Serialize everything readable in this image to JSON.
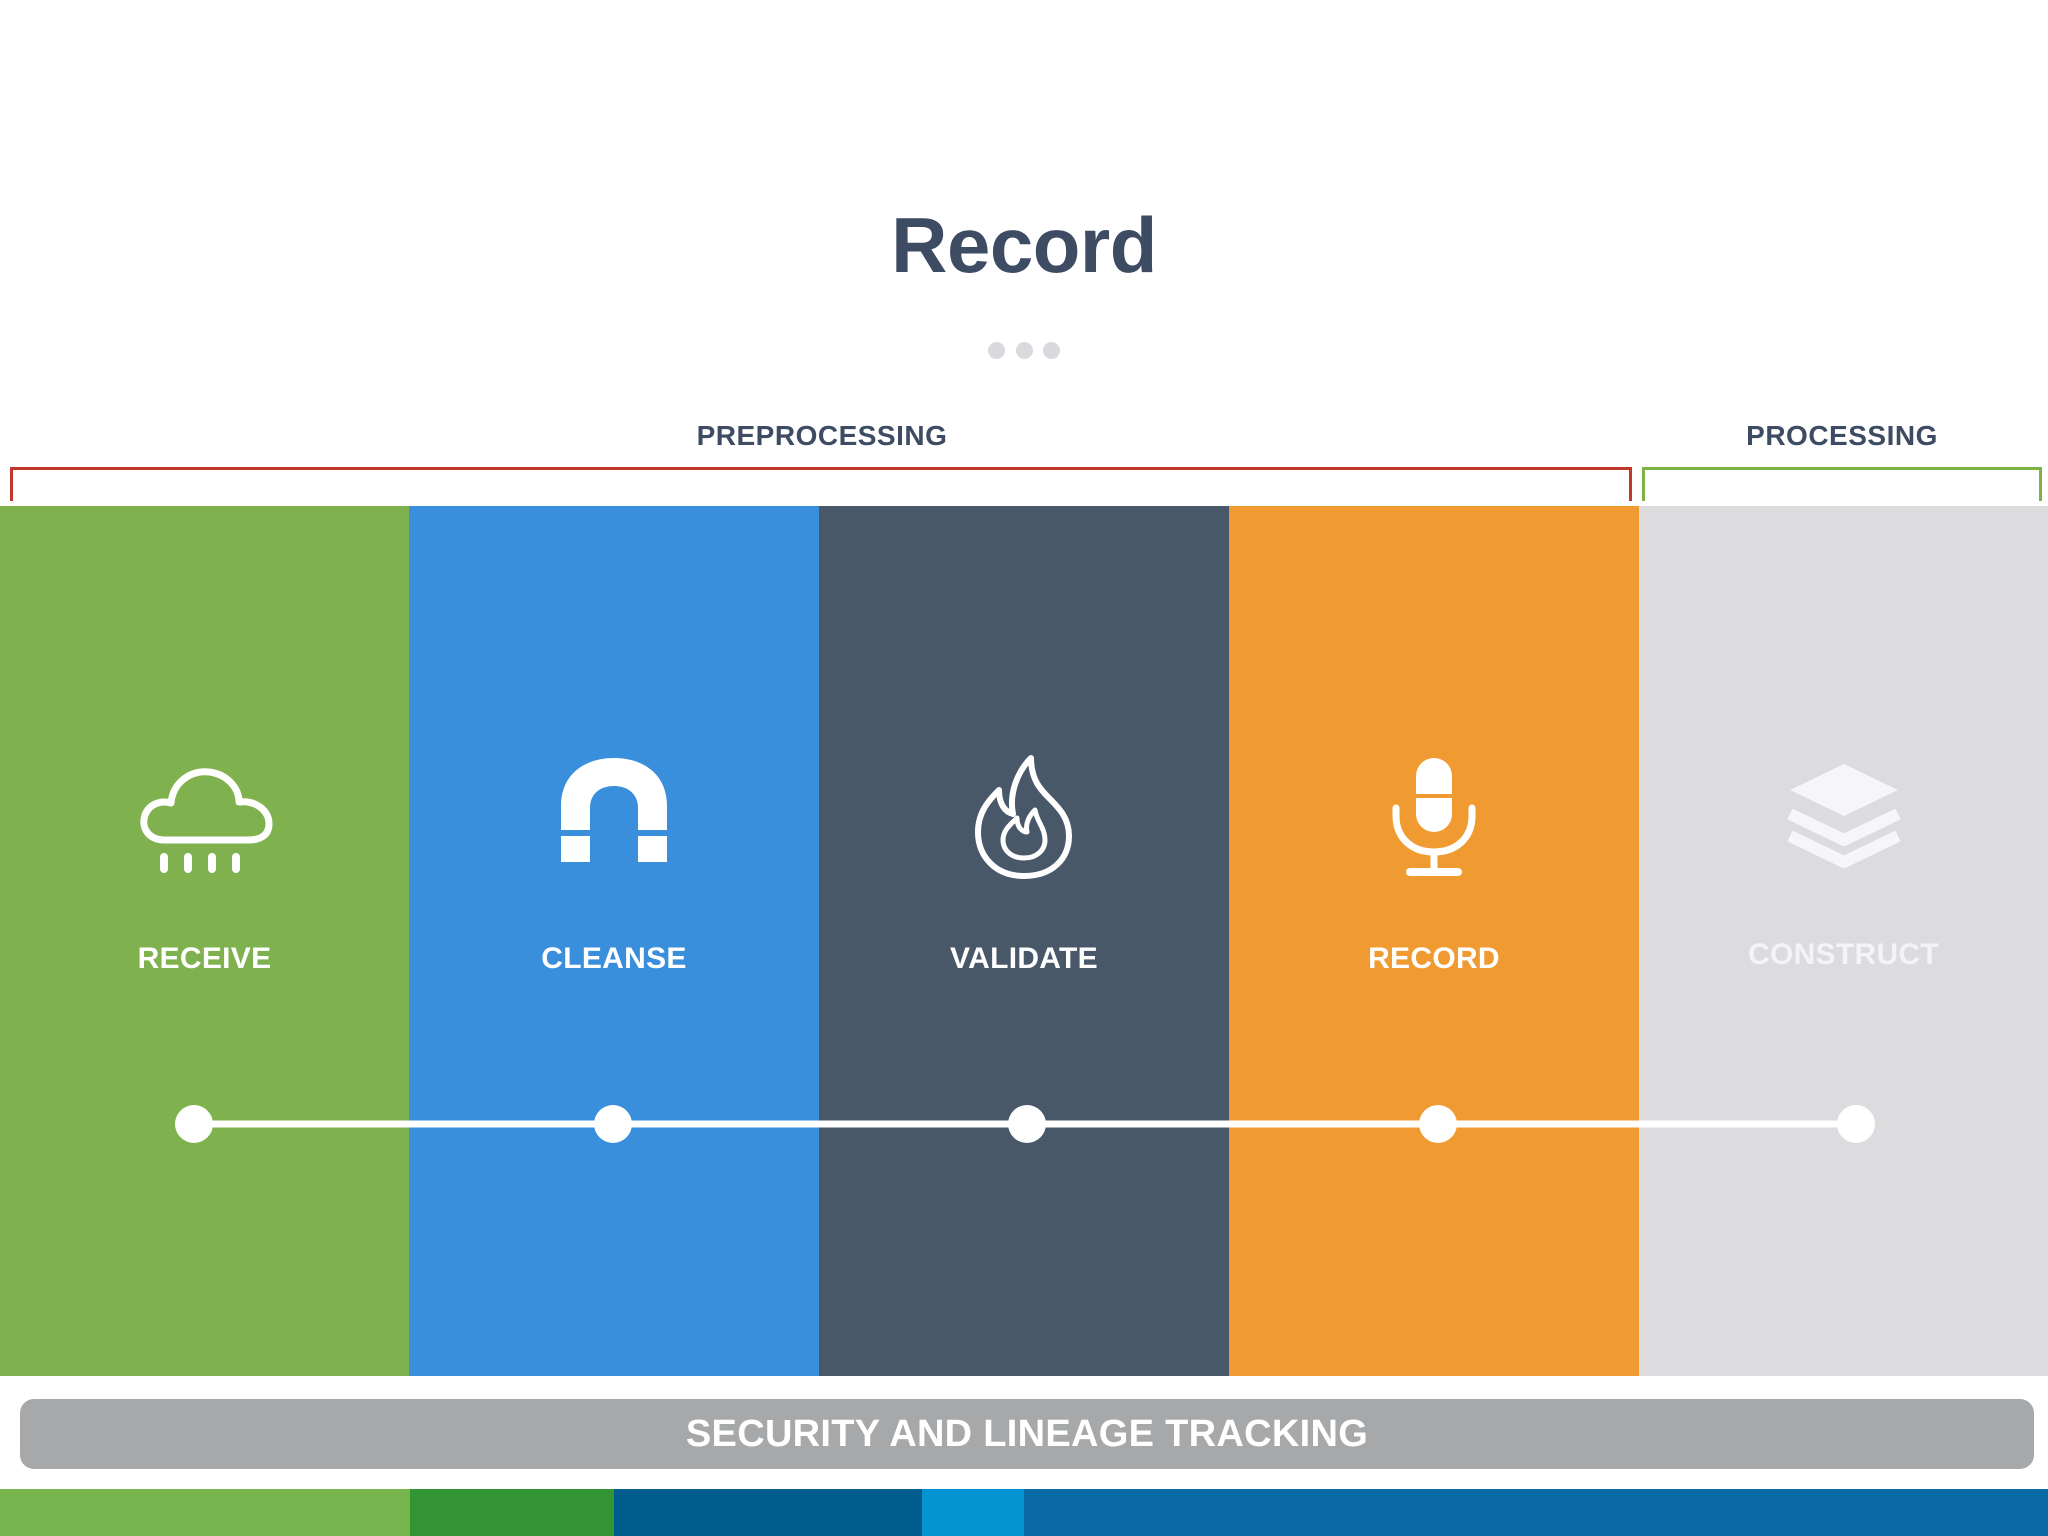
{
  "title": "Record",
  "groups": [
    {
      "label": "PREPROCESSING",
      "color": "#c0392b"
    },
    {
      "label": "PROCESSING",
      "color": "#7cb342"
    }
  ],
  "stages": [
    {
      "label": "RECEIVE",
      "icon": "cloud-rain-icon",
      "color": "#7fb14e",
      "text_color": "#ffffff"
    },
    {
      "label": "CLEANSE",
      "icon": "magnet-icon",
      "color": "#3a8fdd",
      "text_color": "#ffffff"
    },
    {
      "label": "VALIDATE",
      "icon": "flame-icon",
      "color": "#485868",
      "text_color": "#ffffff"
    },
    {
      "label": "RECORD",
      "icon": "microphone-icon",
      "color": "#f09b31",
      "text_color": "#ffffff"
    },
    {
      "label": "CONSTRUCT",
      "icon": "layers-icon",
      "color": "#dcdcdf",
      "text_color": "#f4f4f6"
    }
  ],
  "bottom_bar": {
    "label": "SECURITY AND LINEAGE TRACKING",
    "color": "#a6a8aa"
  },
  "footer_colors": [
    "#78b44e",
    "#339433",
    "#005c8c",
    "#0494d2",
    "#0a6aa6"
  ]
}
